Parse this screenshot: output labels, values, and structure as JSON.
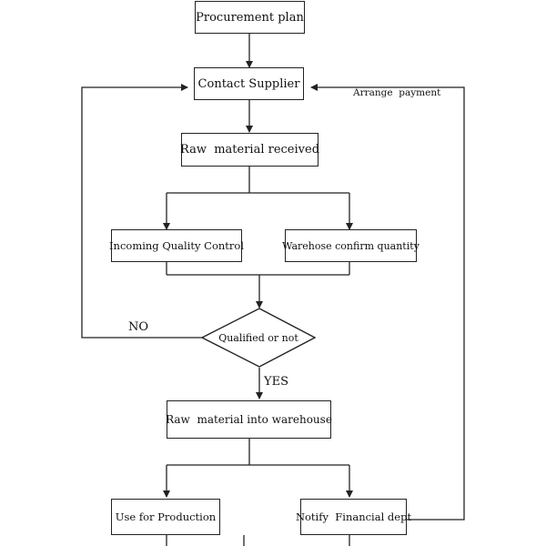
{
  "flowchart": {
    "nodes": {
      "procurement_plan": "Procurement plan",
      "contact_supplier": "Contact Supplier",
      "raw_material_received": "Raw  material received",
      "incoming_qc": "Incoming Quality Control",
      "warehouse_confirm": "Warehose confirm quantity",
      "qualified_decision": "Qualified or not",
      "into_warehouse": "Raw  material into warehouse",
      "use_for_production": "Use for Production",
      "notify_financial": "Notify  Financial dept"
    },
    "edge_labels": {
      "arrange_payment": "Arrange  payment",
      "no": "NO",
      "yes": "YES"
    }
  }
}
